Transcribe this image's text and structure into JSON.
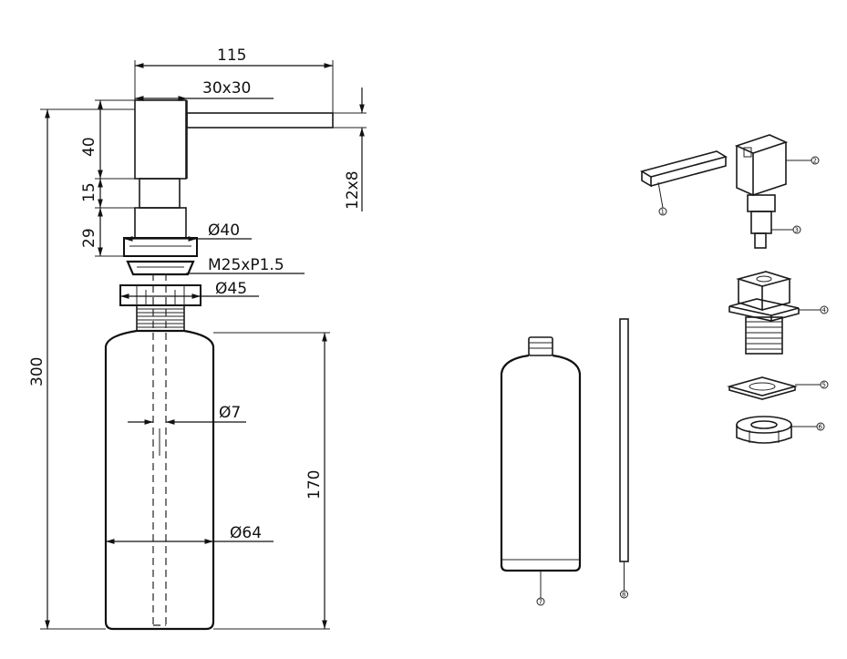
{
  "dimensions": {
    "total_width": "115",
    "head_square": "30x30",
    "spout_section": "12x8",
    "head_height": "40",
    "neck_height": "15",
    "base_height": "29",
    "total_height": "300",
    "bottle_height": "170",
    "flange_diameter": "Ø40",
    "thread": "M25xP1.5",
    "nut_diameter": "Ø45",
    "tube_diameter": "Ø7",
    "bottle_diameter": "Ø64"
  },
  "parts": {
    "p1": "1",
    "p2": "2",
    "p3": "3",
    "p4": "4",
    "p5": "5",
    "p6": "6",
    "p7": "7",
    "p8": "8"
  }
}
